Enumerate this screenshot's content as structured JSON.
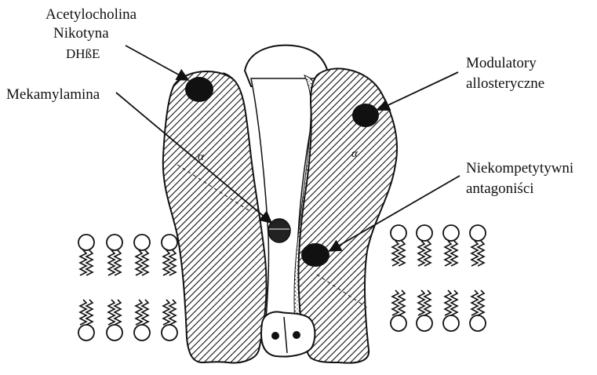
{
  "labels": {
    "ligand_1": "Acetylocholina",
    "ligand_2": "Nikotyna",
    "ligand_3": "DHßE",
    "channel_blocker": "Mekamylamina",
    "allosteric_1": "Modulatory",
    "allosteric_2": "allosteryczne",
    "noncompetitive_1": "Niekompetytywni",
    "noncompetitive_2": "antagoniści",
    "subunit_left": "α",
    "subunit_right": "α"
  },
  "colors": {
    "ink": "#111111",
    "background": "#ffffff",
    "hatch": "#111111"
  }
}
